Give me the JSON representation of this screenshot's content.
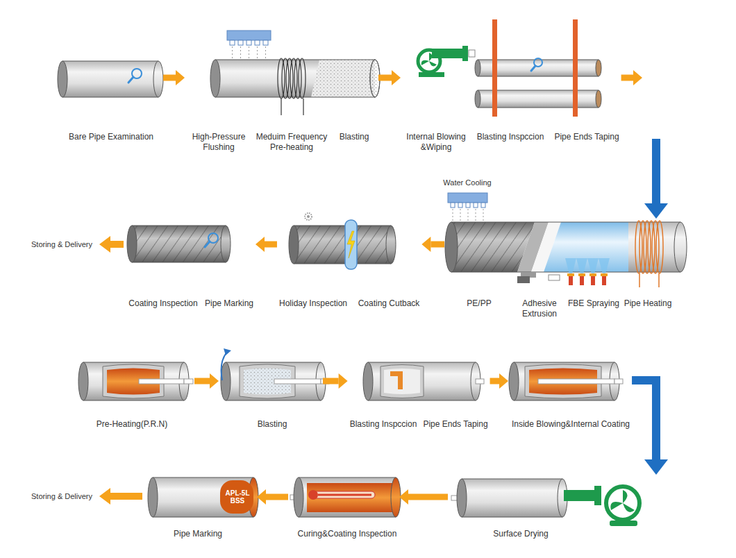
{
  "diagram": {
    "nodes": [
      {
        "text": [
          "Bare Pipe Examination"
        ]
      },
      {
        "text": [
          "High-Pressure Flushing",
          "Meduim Frequency Pre-heating",
          "Blasting"
        ]
      },
      {
        "text": [
          "Internal Blowing &Wiping",
          "Blasting Inspccion",
          "Pipe Ends Taping"
        ]
      },
      {
        "text": [
          "PE/PP",
          "Adhesive Extrusion",
          "FBE Spraying",
          "Pipe Heating"
        ]
      },
      {
        "text": [
          "Holiday Inspection",
          "Coating Cutback"
        ]
      },
      {
        "text": [
          "Coating Inspection",
          "Pipe Marking"
        ]
      },
      {
        "text": [
          "Pre-Heating(P.R.N)"
        ]
      },
      {
        "text": [
          "Blasting"
        ]
      },
      {
        "text": [
          "Blasting Inspccion",
          "Pipe Ends Taping"
        ]
      },
      {
        "text": [
          "Inside Blowing&Internal Coating"
        ]
      },
      {
        "text": [
          "Surface Drying"
        ]
      },
      {
        "text": [
          "Curing&Coating Inspection"
        ]
      },
      {
        "text": [
          "APL-5L BSS",
          "Pipe Marking"
        ]
      }
    ],
    "edges": [
      {
        "from": 0,
        "to": 1,
        "arrow": "to"
      },
      {
        "from": 1,
        "to": 2,
        "arrow": "to"
      },
      {
        "from": 2,
        "to": 3,
        "arrow": "to"
      },
      {
        "from": 3,
        "to": 4,
        "arrow": "to"
      },
      {
        "from": 4,
        "to": 5,
        "arrow": "to"
      },
      {
        "from": 6,
        "to": 7,
        "arrow": "to"
      },
      {
        "from": 7,
        "to": 8,
        "arrow": "to"
      },
      {
        "from": 8,
        "to": 9,
        "arrow": "to"
      },
      {
        "from": 9,
        "to": 10,
        "arrow": "to"
      },
      {
        "from": 10,
        "to": 11,
        "arrow": "to"
      },
      {
        "from": 11,
        "to": 12,
        "arrow": "to"
      }
    ],
    "labels": [
      "Water Cooling",
      "Storing & Delivery",
      "Storing & Delivery"
    ]
  }
}
